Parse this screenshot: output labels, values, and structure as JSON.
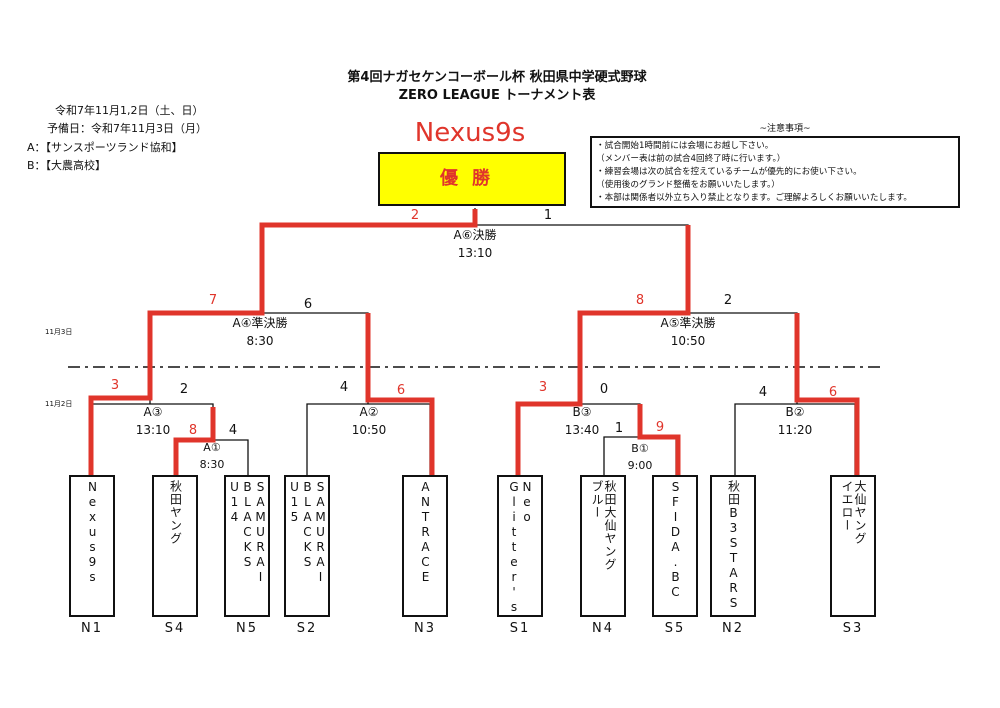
{
  "title": {
    "line1": "第4回ナガセケンコーボール杯 秋田県中学硬式野球",
    "line2": "ZERO LEAGUE トーナメント表"
  },
  "info": {
    "dates": "令和7年11月1,2日（土、日）",
    "reserve": "予備日：令和7年11月3日（月）",
    "venue_a": "A：【サンスポーツランド協和】",
    "venue_b": "B：【大農高校】"
  },
  "champion": {
    "name": "Nexus9s",
    "label": "優勝"
  },
  "notes": {
    "heading": "~注意事項~",
    "lines": [
      "・試合開始1時間前には会場にお越し下さい。",
      "（メンバー表は前の試合4回終了時に行います。）",
      "・練習会場は次の試合を控えているチームが優先的にお使い下さい。",
      "（使用後のグランド整備をお願いいたします。）",
      "・本部は関係者以外立ち入り禁止となります。ご理解よろしくお願いいたします。"
    ]
  },
  "day_labels": {
    "day3": "11月3日",
    "day2": "11月2日"
  },
  "matches": {
    "final": {
      "name": "A⑥決勝",
      "time": "13:10",
      "score_left": "2",
      "score_right": "1"
    },
    "sf_left": {
      "name": "A④準決勝",
      "time": "8:30",
      "score_left": "7",
      "score_right": "6"
    },
    "sf_right": {
      "name": "A⑤準決勝",
      "time": "10:50",
      "score_left": "8",
      "score_right": "2"
    },
    "a3": {
      "name": "A③",
      "time": "13:10",
      "score_left": "3",
      "score_right": "2"
    },
    "a1": {
      "name": "A①",
      "time": "8:30",
      "score_left": "8",
      "score_right": "4"
    },
    "a2": {
      "name": "A②",
      "time": "10:50",
      "score_left": "4",
      "score_right": "6"
    },
    "b3": {
      "name": "B③",
      "time": "13:40",
      "score_left": "3",
      "score_right": "0"
    },
    "b1": {
      "name": "B①",
      "time": "9:00",
      "score_left": "1",
      "score_right": "9"
    },
    "b2": {
      "name": "B②",
      "time": "11:20",
      "score_left": "4",
      "score_right": "6"
    }
  },
  "teams": [
    {
      "seed": "N1",
      "columns": [
        "Nexus9s"
      ]
    },
    {
      "seed": "S4",
      "columns": [
        "秋田ヤング"
      ]
    },
    {
      "seed": "N5",
      "columns": [
        "SAMURAI",
        "BLACKS",
        "U14"
      ]
    },
    {
      "seed": "S2",
      "columns": [
        "SAMURAI",
        "BLACKS",
        "U15"
      ]
    },
    {
      "seed": "N3",
      "columns": [
        "ANTRACE"
      ]
    },
    {
      "seed": "S1",
      "columns": [
        "Neo",
        "Glitter's"
      ]
    },
    {
      "seed": "N4",
      "columns": [
        "秋田大仙ヤング",
        "ブルー"
      ]
    },
    {
      "seed": "S5",
      "columns": [
        "SFIDA.BC"
      ]
    },
    {
      "seed": "N2",
      "columns": [
        "秋田B3STARS"
      ]
    },
    {
      "seed": "S3",
      "columns": [
        "大仙ヤング",
        "イエロー"
      ]
    }
  ],
  "colors": {
    "winner_path": "#e0352b",
    "champion_box": "#ffff00"
  }
}
